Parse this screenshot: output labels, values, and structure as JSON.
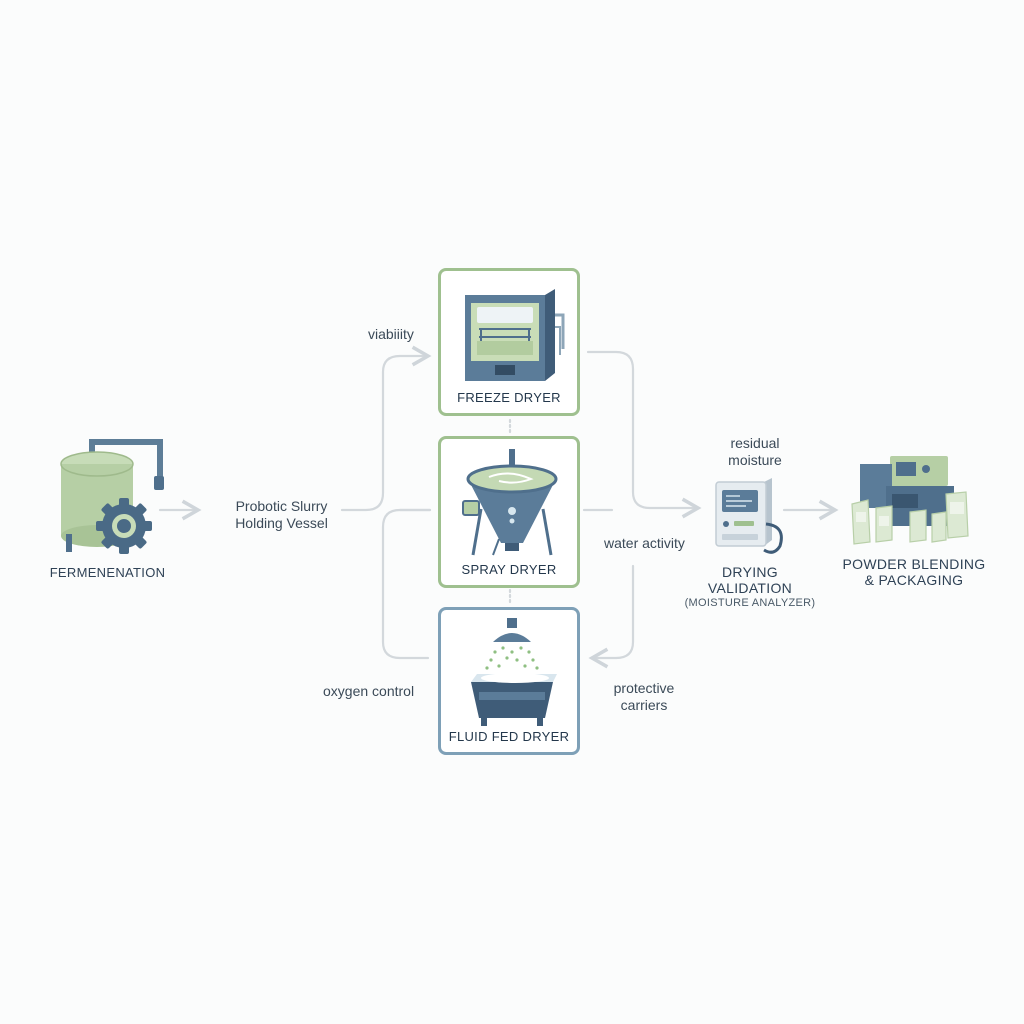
{
  "nodes": {
    "fermentation": "FERMENENATION",
    "slurry_line1": "Probotic Slurry",
    "slurry_line2": "Holding Vessel",
    "freeze_dryer": "FREEZE DRYER",
    "spray_dryer": "SPRAY DRYER",
    "fluid_bed_dryer": "FLUID FED DRYER",
    "validation_line1": "DRYING",
    "validation_line2": "VALIDATION",
    "validation_sub": "(MOISTURE ANALYZER)",
    "packaging_line1": "POWDER BLENDING",
    "packaging_line2": "& PACKAGING"
  },
  "annotations": {
    "viability": "viabiiity",
    "oxygen": "oxygen control",
    "residual_line1": "residual",
    "residual_line2": "moisture",
    "water_activity": "water activity",
    "protective_line1": "protective",
    "protective_line2": "carriers"
  },
  "colors": {
    "green_border": "#9fc08f",
    "blue_border": "#7ea0b7",
    "arrow": "#d3d8dc",
    "equipment_blue": "#4f6f8c",
    "equipment_green": "#b9d3a8"
  }
}
